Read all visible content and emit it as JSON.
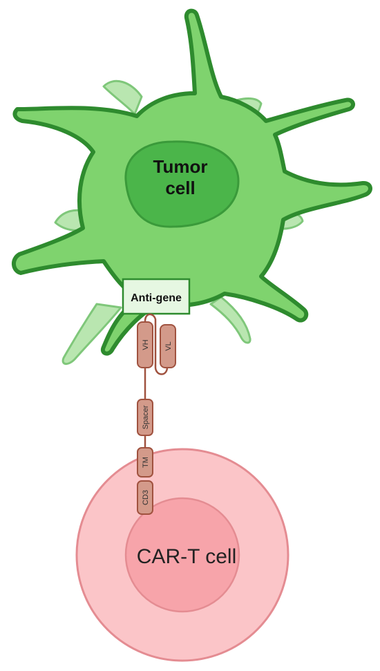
{
  "tumor_cell": {
    "label_line1": "Tumor",
    "label_line2": "cell",
    "colors": {
      "body": "#7fd36e",
      "outline": "#2e8b2e",
      "nucleus": "#4bb54a",
      "back_arms": "#b9e6b0"
    }
  },
  "antigen": {
    "label": "Anti-gene",
    "colors": {
      "fill": "#e6f7e2",
      "outline": "#2e8b2e"
    }
  },
  "car_construct": {
    "domains": [
      {
        "id": "vh",
        "label": "VH"
      },
      {
        "id": "vl",
        "label": "VL"
      },
      {
        "id": "spacer",
        "label": "Spacer"
      },
      {
        "id": "tm",
        "label": "TM"
      },
      {
        "id": "cd3",
        "label": "CD3"
      }
    ],
    "colors": {
      "domain_fill": "#d39a8a",
      "domain_outline": "#a0523f",
      "linker": "#a0523f"
    }
  },
  "car_t_cell": {
    "label": "CAR-T cell",
    "colors": {
      "outer": "#fbc5c8",
      "outer_outline": "#e48c92",
      "nucleus": "#f7a4aa",
      "nucleus_outline": "#e48c92"
    }
  }
}
